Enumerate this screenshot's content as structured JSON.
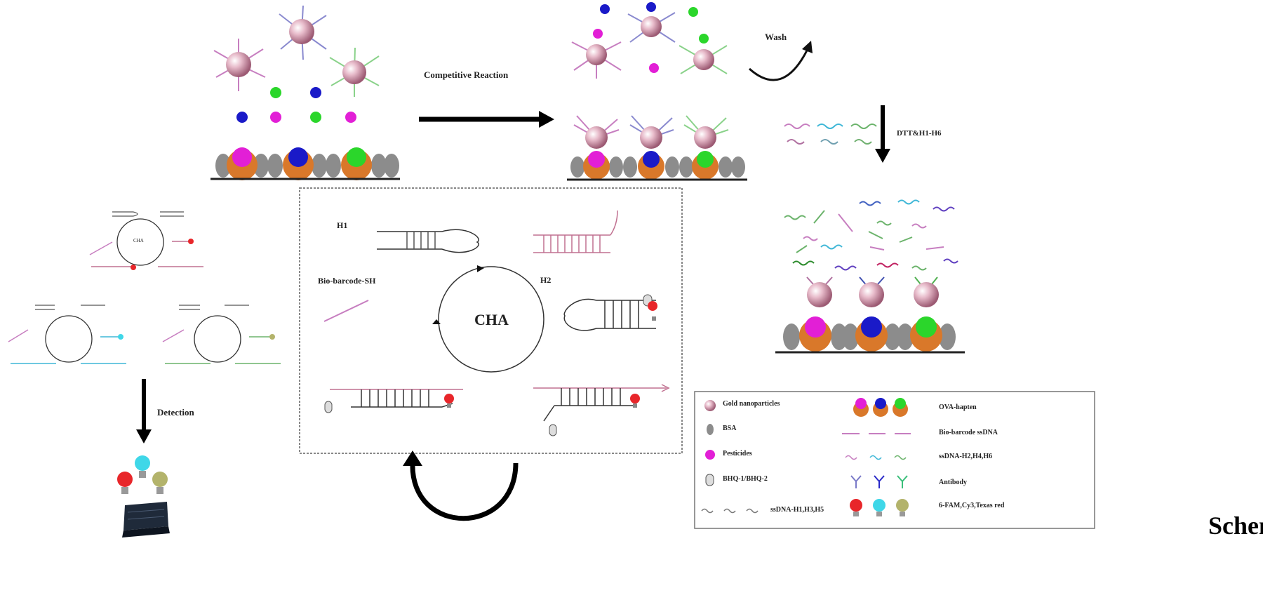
{
  "labels": {
    "competitive_reaction": "Competitive Reaction",
    "wash": "Wash",
    "dtt": "DTT&H1-H6",
    "detection": "Detection",
    "cha_center": "CHA",
    "cha_small": "CHA",
    "h1": "H1",
    "h2": "H2",
    "bio_barcode_sh": "Bio-barcode-SH",
    "scheme_tail": "Schem"
  },
  "legend": {
    "left": [
      {
        "icon": "gold-nanoparticle-icon",
        "text": "Gold nanoparticles"
      },
      {
        "icon": "bsa-icon",
        "text": "BSA"
      },
      {
        "icon": "pesticide-icon",
        "text": "Pesticides"
      },
      {
        "icon": "bhq-quencher-icon",
        "text": "BHQ-1/BHQ-2"
      },
      {
        "icon": "ssdna-h1-icon",
        "text": "ssDNA-H1,H3,H5"
      }
    ],
    "right": [
      {
        "icon": "ova-hapten-icon",
        "text": "OVA-hapten"
      },
      {
        "icon": "bio-barcode-ssdna-icon",
        "text": "Bio-barcode ssDNA"
      },
      {
        "icon": "ssdna-h2-icon",
        "text": "ssDNA-H2,H4,H6"
      },
      {
        "icon": "antibody-icon",
        "text": "Antibody"
      },
      {
        "icon": "fluorophore-bulb-icon",
        "text": "6-FAM,Cy3,Texas red"
      }
    ]
  },
  "colors": {
    "pink": "#e21fd6",
    "blue": "#1a1ac8",
    "green": "#2bd62b",
    "orange": "#d9782a",
    "gray": "#8c8c8c",
    "gold": "#d9a3b5",
    "red_bulb": "#e8262a",
    "cyan_bulb": "#3fd7e8",
    "olive_bulb": "#b3b36b"
  }
}
